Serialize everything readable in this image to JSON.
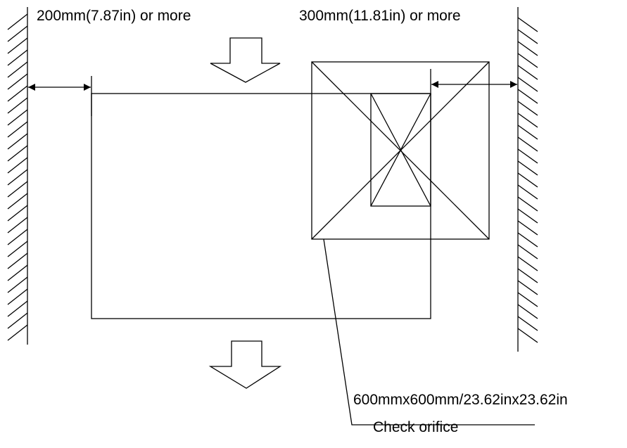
{
  "labels": {
    "left_clearance": "200mm(7.87in) or more",
    "right_clearance": "300mm(11.81in) or more",
    "orifice_size": "600mmx600mm/23.62inx23.62in",
    "orifice_name": "Check orifice"
  },
  "colors": {
    "line": "#000000",
    "background": "#ffffff"
  }
}
